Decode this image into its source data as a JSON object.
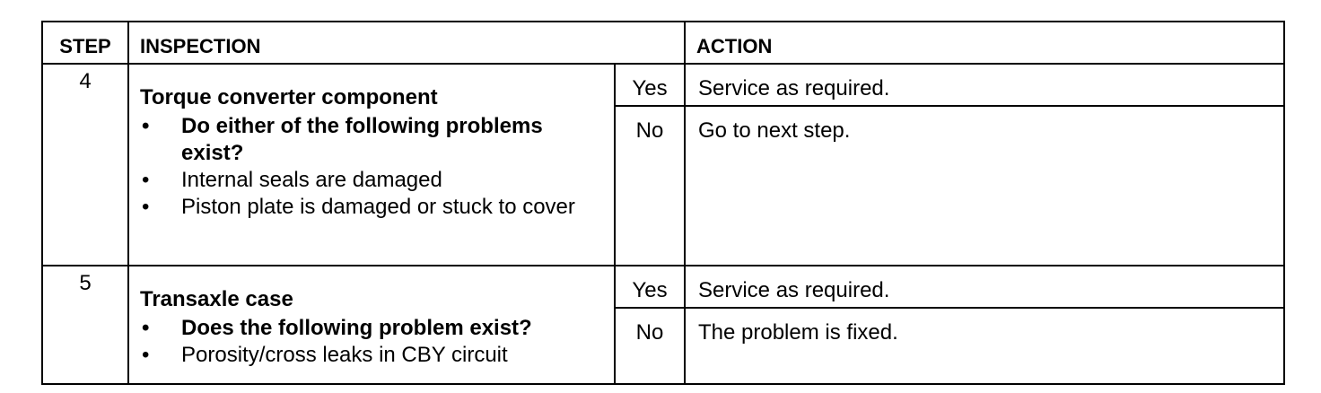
{
  "header": {
    "step": "STEP",
    "inspection": "INSPECTION",
    "action": "ACTION"
  },
  "rows": [
    {
      "step": "4",
      "title": "Torque converter component",
      "question": "Do either of the following problems exist?",
      "items": [
        "Internal seals are damaged",
        "Piston plate is damaged or stuck to cover"
      ],
      "yes_label": "Yes",
      "yes_action": "Service as required.",
      "no_label": "No",
      "no_action": "Go to next step."
    },
    {
      "step": "5",
      "title": "Transaxle case",
      "question": "Does the following problem exist?",
      "items": [
        "Porosity/cross leaks in CBY circuit"
      ],
      "yes_label": "Yes",
      "yes_action": "Service as required.",
      "no_label": "No",
      "no_action": "The problem is fixed."
    }
  ],
  "bullet_glyph": "•"
}
